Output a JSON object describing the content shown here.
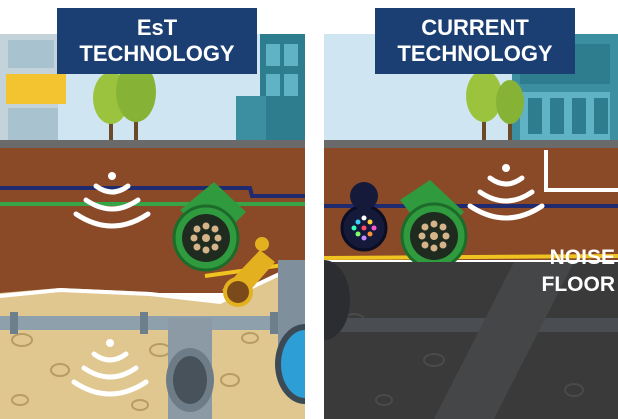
{
  "left_panel": {
    "title_lines": [
      "EsT",
      "TECHNOLOGY"
    ]
  },
  "right_panel": {
    "title_lines": [
      "CURRENT",
      "TECHNOLOGY"
    ],
    "noise_label_lines": [
      "NOISE",
      "FLOOR"
    ]
  },
  "colors": {
    "title_bg": "#1b3f73",
    "sky": "#cfe6f2",
    "soil_upper": "#8a4a28",
    "soil_lower": "#e0c790",
    "noise_overlay": "#3a3a3a",
    "green_pipe": "#2f9a3e",
    "yellow_pipe": "#e3b11f",
    "blue_pipe": "#2d9fd6",
    "navy_line": "#1f2b6e"
  },
  "icons": [
    "signal-waves-icon",
    "fiber-bundle-icon",
    "tree-icon",
    "building-icon"
  ]
}
